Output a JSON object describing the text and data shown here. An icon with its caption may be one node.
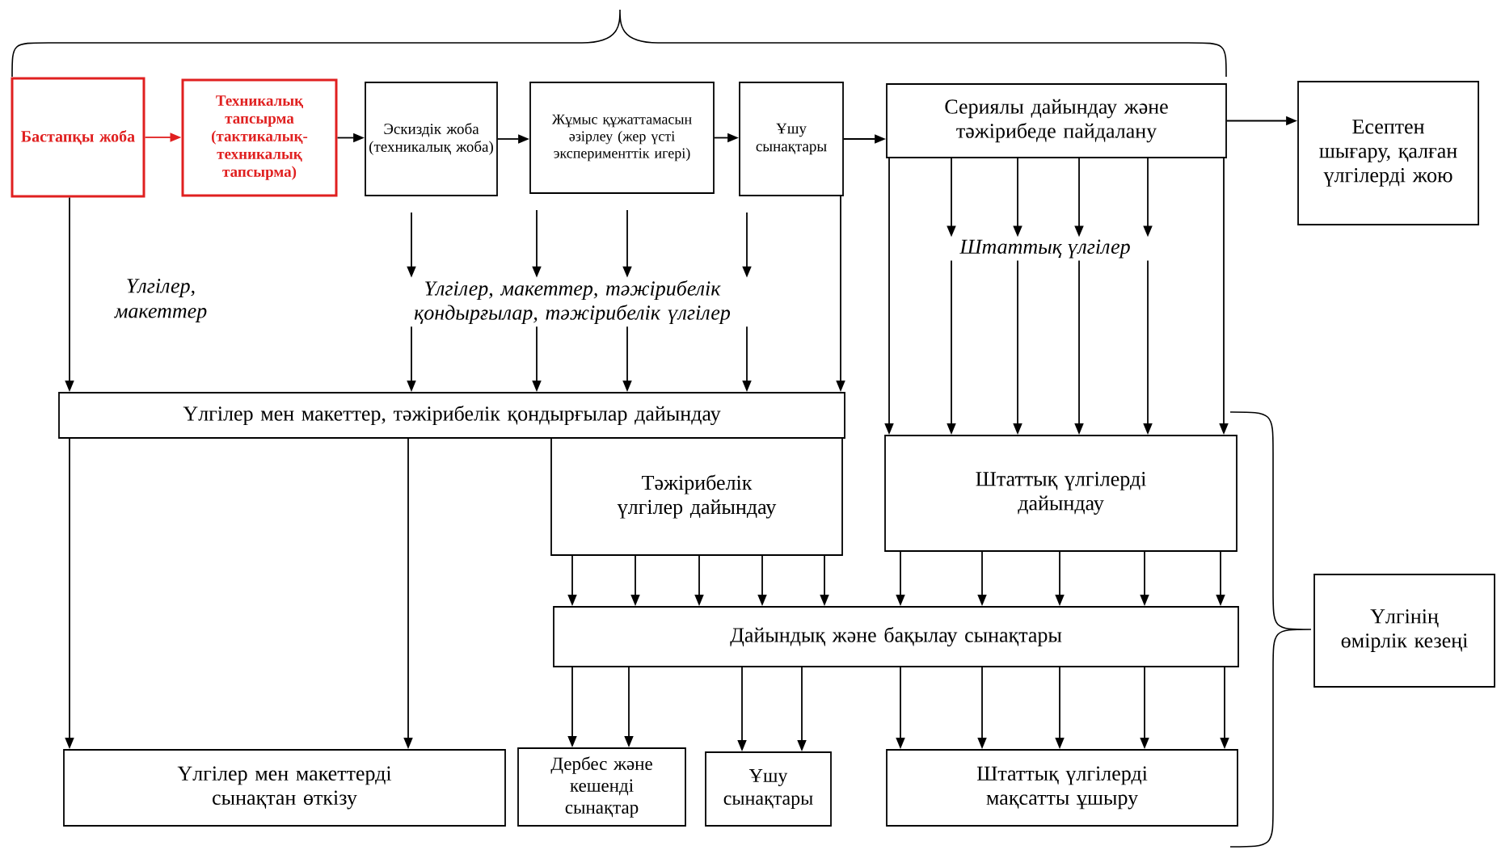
{
  "diagram": {
    "nodes": [
      {
        "text": [
          "Бастапқы жоба"
        ]
      },
      {
        "text": [
          "Техникалық тапсырма (тактикалық-техникалық тапсырма)"
        ]
      },
      {
        "text": [
          "Эскиздік жоба (техникалық жоба)"
        ]
      },
      {
        "text": [
          "Жұмыс құжаттамасын әзірлеу (жер үсті эксперименттік игері)"
        ]
      },
      {
        "text": [
          "Ұшу сынақтары"
        ]
      },
      {
        "text": [
          "Сериялы дайындау және тәжірибеде пайдалану"
        ]
      },
      {
        "text": [
          "Есептен шығару, қалған үлгілерді жою"
        ]
      },
      {
        "text": [
          "Штаттық үлгілер"
        ]
      },
      {
        "text": [
          "Үлгілер, макеттер, тәжірибелік қондырғылар, тәжірибелік үлгілер"
        ]
      },
      {
        "text": [
          "Үлгілер мен макеттер, тәжірибелік қондырғылар дайындау"
        ]
      },
      {
        "text": [
          "Тәжірибелік үлгілер дайындау"
        ]
      },
      {
        "text": [
          "Штаттық үлгілерді дайындау"
        ]
      },
      {
        "text": [
          "Дайындық және бақылау сынақтары"
        ]
      },
      {
        "text": [
          "Үлгілер мен макеттерді сынақтан өткізу"
        ]
      },
      {
        "text": [
          "Дербес және кешенді сынақтар"
        ]
      },
      {
        "text": [
          "Ұшу сынақтары"
        ]
      },
      {
        "text": [
          "Штаттық үлгілерді мақсатты ұшыру"
        ]
      },
      {
        "text": [
          "Үлгінің өмірлік кезеңі"
        ]
      }
    ],
    "edges": [
      {
        "from": 0,
        "to": 1,
        "arrow": "to",
        "color": "#e02020"
      },
      {
        "from": 1,
        "to": 2,
        "arrow": "to"
      },
      {
        "from": 2,
        "to": 3,
        "arrow": "to"
      },
      {
        "from": 3,
        "to": 4,
        "arrow": "to"
      },
      {
        "from": 4,
        "to": 5,
        "arrow": "to"
      },
      {
        "from": 5,
        "to": 6,
        "arrow": "to"
      },
      {
        "from": 0,
        "to": 9,
        "arrow": "to",
        "label": "Үлгілер, макеттер"
      },
      {
        "from": 2,
        "to": 8,
        "arrow": "to"
      },
      {
        "from": 3,
        "to": 8,
        "arrow": "to"
      },
      {
        "from": 3,
        "to": 8,
        "arrow": "to"
      },
      {
        "from": 4,
        "to": 8,
        "arrow": "to"
      },
      {
        "from": 8,
        "to": 9,
        "arrow": "to"
      },
      {
        "from": 8,
        "to": 9,
        "arrow": "to"
      },
      {
        "from": 8,
        "to": 9,
        "arrow": "to"
      },
      {
        "from": 8,
        "to": 9,
        "arrow": "to"
      },
      {
        "from": 4,
        "to": 9,
        "arrow": "to"
      },
      {
        "from": 5,
        "to": 7,
        "arrow": "to"
      },
      {
        "from": 5,
        "to": 7,
        "arrow": "to"
      },
      {
        "from": 5,
        "to": 7,
        "arrow": "to"
      },
      {
        "from": 5,
        "to": 7,
        "arrow": "to"
      },
      {
        "from": 5,
        "to": 11,
        "arrow": "to"
      },
      {
        "from": 7,
        "to": 11,
        "arrow": "to"
      },
      {
        "from": 7,
        "to": 11,
        "arrow": "to"
      },
      {
        "from": 7,
        "to": 11,
        "arrow": "to"
      },
      {
        "from": 7,
        "to": 11,
        "arrow": "to"
      },
      {
        "from": 5,
        "to": 11,
        "arrow": "to"
      },
      {
        "from": 9,
        "to": 13,
        "arrow": "to"
      },
      {
        "from": 9,
        "to": 13,
        "arrow": "to"
      },
      {
        "from": 10,
        "to": 12,
        "arrow": "to"
      },
      {
        "from": 10,
        "to": 12,
        "arrow": "to"
      },
      {
        "from": 10,
        "to": 12,
        "arrow": "to"
      },
      {
        "from": 10,
        "to": 12,
        "arrow": "to"
      },
      {
        "from": 10,
        "to": 12,
        "arrow": "to"
      },
      {
        "from": 11,
        "to": 12,
        "arrow": "to"
      },
      {
        "from": 11,
        "to": 12,
        "arrow": "to"
      },
      {
        "from": 11,
        "to": 12,
        "arrow": "to"
      },
      {
        "from": 11,
        "to": 12,
        "arrow": "to"
      },
      {
        "from": 11,
        "to": 12,
        "arrow": "to"
      },
      {
        "from": 12,
        "to": 14,
        "arrow": "to"
      },
      {
        "from": 12,
        "to": 14,
        "arrow": "to"
      },
      {
        "from": 12,
        "to": 15,
        "arrow": "to"
      },
      {
        "from": 12,
        "to": 15,
        "arrow": "to"
      },
      {
        "from": 12,
        "to": 16,
        "arrow": "to"
      },
      {
        "from": 12,
        "to": 16,
        "arrow": "to"
      },
      {
        "from": 12,
        "to": 16,
        "arrow": "to"
      },
      {
        "from": 12,
        "to": 16,
        "arrow": "to"
      },
      {
        "from": 12,
        "to": 16,
        "arrow": "to"
      }
    ]
  }
}
